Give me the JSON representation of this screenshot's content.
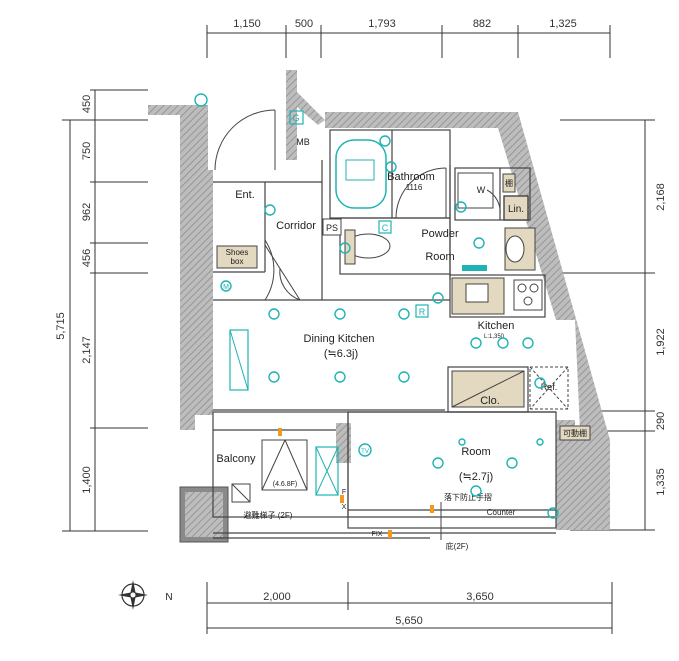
{
  "dimensions": {
    "top": [
      "1,150",
      "500",
      "1,793",
      "882",
      "1,325"
    ],
    "left_parts": [
      "450",
      "750",
      "962",
      "456",
      "2,147",
      "1,400"
    ],
    "left_total": "5,715",
    "right": [
      "2,168",
      "1,922",
      "290",
      "1,335"
    ],
    "bottom": [
      "2,000",
      "3,650"
    ],
    "bottom_total": "5,650"
  },
  "rooms": {
    "entrance": "Ent.",
    "corridor": "Corridor",
    "bathroom": "Bathroom",
    "bathroom_size": "1116",
    "powder_room_1": "Powder",
    "powder_room_2": "Room",
    "dining_kitchen": "Dining Kitchen",
    "dining_kitchen_size": "(≒6.3j)",
    "kitchen": "Kitchen",
    "kitchen_note": "L:1,350",
    "room": "Room",
    "room_size": "(≒2.7j)",
    "balcony": "Balcony",
    "clo": "Clo.",
    "lin": "Lin.",
    "ref": "Ref."
  },
  "labels": {
    "mb": "MB",
    "ps": "PS",
    "shoes_box_1": "Shoes",
    "shoes_box_2": "box",
    "w": "W",
    "shelf": "棚",
    "movable_shelf": "可動棚",
    "counter": "Counter",
    "fix": "FIX",
    "fix_vertical_1": "F",
    "fix_vertical_2": "X",
    "evac_ladder": "避難梯子 (2F)",
    "balcony_floors": "(4.6.8F)",
    "fall_rail": "落下防止手摺",
    "eaves": "庇(2F)",
    "tv": "TV",
    "g": "G",
    "c": "C",
    "m": "M",
    "r": "R",
    "north": "N"
  }
}
